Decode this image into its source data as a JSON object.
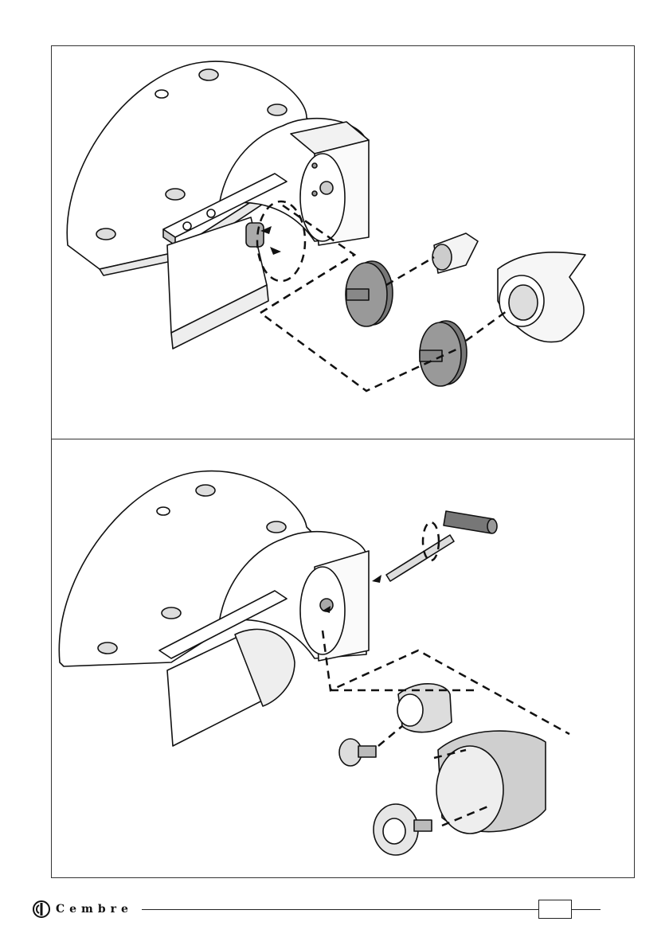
{
  "brand": {
    "name": "Cembre",
    "logo_icon": "cembre-logo-icon"
  },
  "page": {
    "number": ""
  },
  "figures": [
    {
      "id": "top",
      "description_icon": "die-assembly-illustration"
    },
    {
      "id": "bottom",
      "description_icon": "die-removal-with-hex-key-illustration"
    }
  ]
}
